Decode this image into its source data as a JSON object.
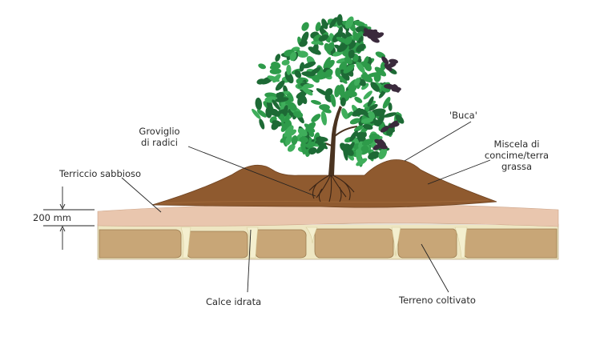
{
  "diagram": {
    "labels": {
      "root_tangle": "Groviglio\ndi radici",
      "hole": "'Buca'",
      "mix": "Miscela di\nconcime/terra\ngrassa",
      "sandy_soil": "Terriccio sabbioso",
      "depth": "200 mm",
      "hydrated_lime": "Calce idrata",
      "cultivated_soil": "Terreno coltivato"
    },
    "colors": {
      "mound": "#8f5a2f",
      "sand_layer": "#e9c6ae",
      "stone": "#c8a677",
      "lime": "#f4efcf",
      "leaf_light": "#2e9b4a",
      "leaf_dark": "#1d6a35",
      "leaf_purple": "#3a2a3c",
      "trunk": "#4a3320",
      "line": "#222222"
    },
    "icons": [
      "tree-illustration",
      "root-tangle-icon"
    ]
  }
}
